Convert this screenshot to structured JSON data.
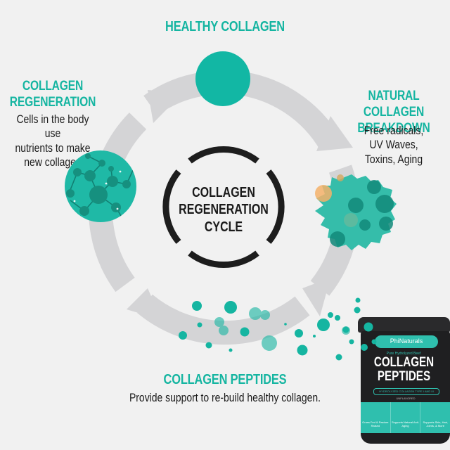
{
  "diagram": {
    "title": "COLLAGEN REGENERATION CYCLE",
    "center_lines": [
      "COLLAGEN",
      "REGENERATION",
      "CYCLE"
    ],
    "colors": {
      "background": "#f1f1f1",
      "accent_teal": "#15b5a1",
      "dark_teal": "#128a7b",
      "arrow_grey": "#d4d4d6",
      "ring_black": "#1d1d1d",
      "orange": "#f4b26a"
    },
    "stages": [
      {
        "id": "top",
        "heading": "HEALTHY COLLAGEN",
        "description": ""
      },
      {
        "id": "right",
        "heading_lines": [
          "NATURAL COLLAGEN",
          "BREAKDOWN"
        ],
        "description_lines": [
          "Free radicals,",
          "UV Waves,",
          "Toxins, Aging"
        ]
      },
      {
        "id": "bottom",
        "heading": "COLLAGEN PEPTIDES",
        "description": "Provide support to re-build healthy collagen."
      },
      {
        "id": "left",
        "heading_lines": [
          "COLLAGEN",
          "REGENERATION"
        ],
        "description_lines": [
          "Cells in the body use",
          "nutrients to make",
          "new collagen"
        ]
      }
    ]
  },
  "product": {
    "brand": "PhiNaturals",
    "subtitle": "Pure Hydrolyzed Beef",
    "name_lines": [
      "COLLAGEN",
      "PEPTIDES"
    ],
    "tagline": "HYDROLYZED COLLAGEN TYPE I AND III",
    "flavor": "UNFLAVORED",
    "badges": [
      "Grass Fed & Pasture Raised",
      "Supports Natural Anti-Aging",
      "Supports Skin, Hair, Joints, & More"
    ]
  }
}
